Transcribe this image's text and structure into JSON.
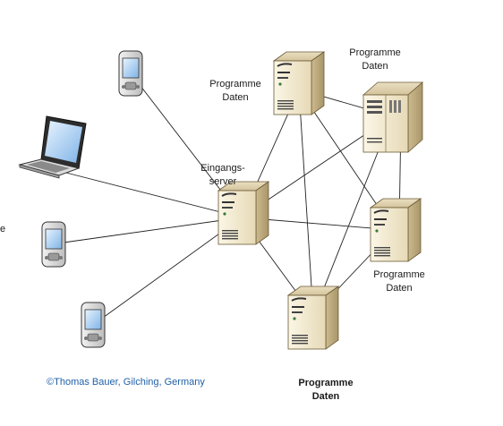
{
  "nodes": {
    "entry_server": {
      "label_line1": "Eingangs-",
      "label_line2": "server",
      "icon": "server-icon"
    },
    "server_top_left": {
      "label_line1": "Programme",
      "label_line2": "Daten",
      "icon": "server-icon"
    },
    "server_top_right": {
      "label_line1": "Programme",
      "label_line2": "Daten",
      "icon": "server-tower-icon"
    },
    "server_right": {
      "label_line1": "Programme",
      "label_line2": "Daten",
      "icon": "server-icon"
    },
    "server_bottom": {
      "label_line1": "Programme",
      "label_line2": "Daten",
      "icon": "server-icon"
    },
    "pda_top": {
      "icon": "pda-icon"
    },
    "laptop": {
      "icon": "laptop-icon"
    },
    "pda_middle": {
      "icon": "pda-icon"
    },
    "pda_bottom": {
      "icon": "pda-icon"
    }
  },
  "edge_fragment": "e",
  "copyright": "Thomas Bauer, Gilching, Germany",
  "copyright_symbol": "©",
  "colors": {
    "server_light": "#f1e9d2",
    "server_dark": "#c7b58a",
    "link_text": "#1f5fa8",
    "line": "#222222"
  }
}
